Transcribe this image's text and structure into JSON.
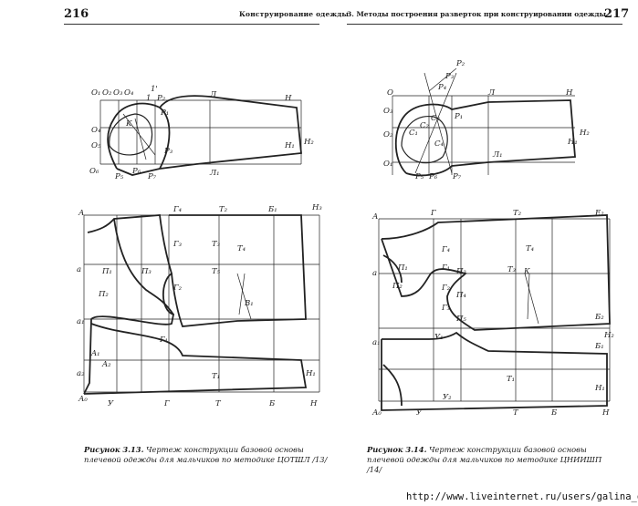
{
  "header": {
    "left_page_number": "216",
    "left_running_title": "Конструирование одежды",
    "right_running_title": "3. Методы построения разверток при конструировании одежды",
    "right_page_number": "217"
  },
  "figures": {
    "left": {
      "caption_label": "Рисунок 3.13.",
      "caption_text": "Чертеж конструкции базовой основы плечевой одежды для мальчиков по методике ЦОТШЛ /13/",
      "sleeve_labels": [
        "O₁",
        "O₂",
        "O₃",
        "O₄",
        "1",
        "1'",
        "P₂",
        "Л",
        "Н",
        "K",
        "O₄",
        "O₅",
        "O₆",
        "P₁",
        "P₃",
        "Л₁",
        "H₁",
        "H₂",
        "P₅",
        "P₆",
        "P₇"
      ],
      "body_labels": [
        "А",
        "А₀",
        "Г",
        "Б",
        "Н",
        "T",
        "У",
        "Г₁",
        "Г₂",
        "Г₃",
        "Т₁",
        "Н₁",
        "Б₁",
        "Н₃",
        "П₁",
        "П₂",
        "П₃",
        "a",
        "a₁",
        "a₂",
        "A₁",
        "A₂",
        "Г₄",
        "Т₂",
        "Т₃",
        "Т₄",
        "Т₅",
        "В₁"
      ]
    },
    "right": {
      "caption_label": "Рисунок 3.14.",
      "caption_text": "Чертеж конструкции базовой основы плечевой одежды для мальчиков по методике ЦНИИШП /14/",
      "sleeve_labels": [
        "O",
        "P₂",
        "P₃",
        "P₄",
        "Л",
        "Н",
        "Л₁",
        "Н₁",
        "Н₂",
        "O₁",
        "O₂",
        "O₃",
        "P₁",
        "P₅",
        "P₆",
        "P₇",
        "C₁",
        "C₂",
        "C₃",
        "C₄"
      ],
      "body_labels": [
        "А",
        "А₀",
        "Г",
        "Г₁",
        "Г₂",
        "Г₃",
        "Г₄",
        "Б",
        "Б₁",
        "Б₂",
        "Н",
        "Н₁",
        "Н₂",
        "Т",
        "Т₁",
        "Т₂",
        "Т₃",
        "Т₄",
        "К",
        "П₁",
        "П₂",
        "П₃",
        "П₄",
        "П₅",
        "У",
        "У₁",
        "У₂",
        "a",
        "a₁",
        "Е₂"
      ]
    }
  },
  "footer": {
    "url": "http://www.liveinternet.ru/users/galina_o/"
  }
}
